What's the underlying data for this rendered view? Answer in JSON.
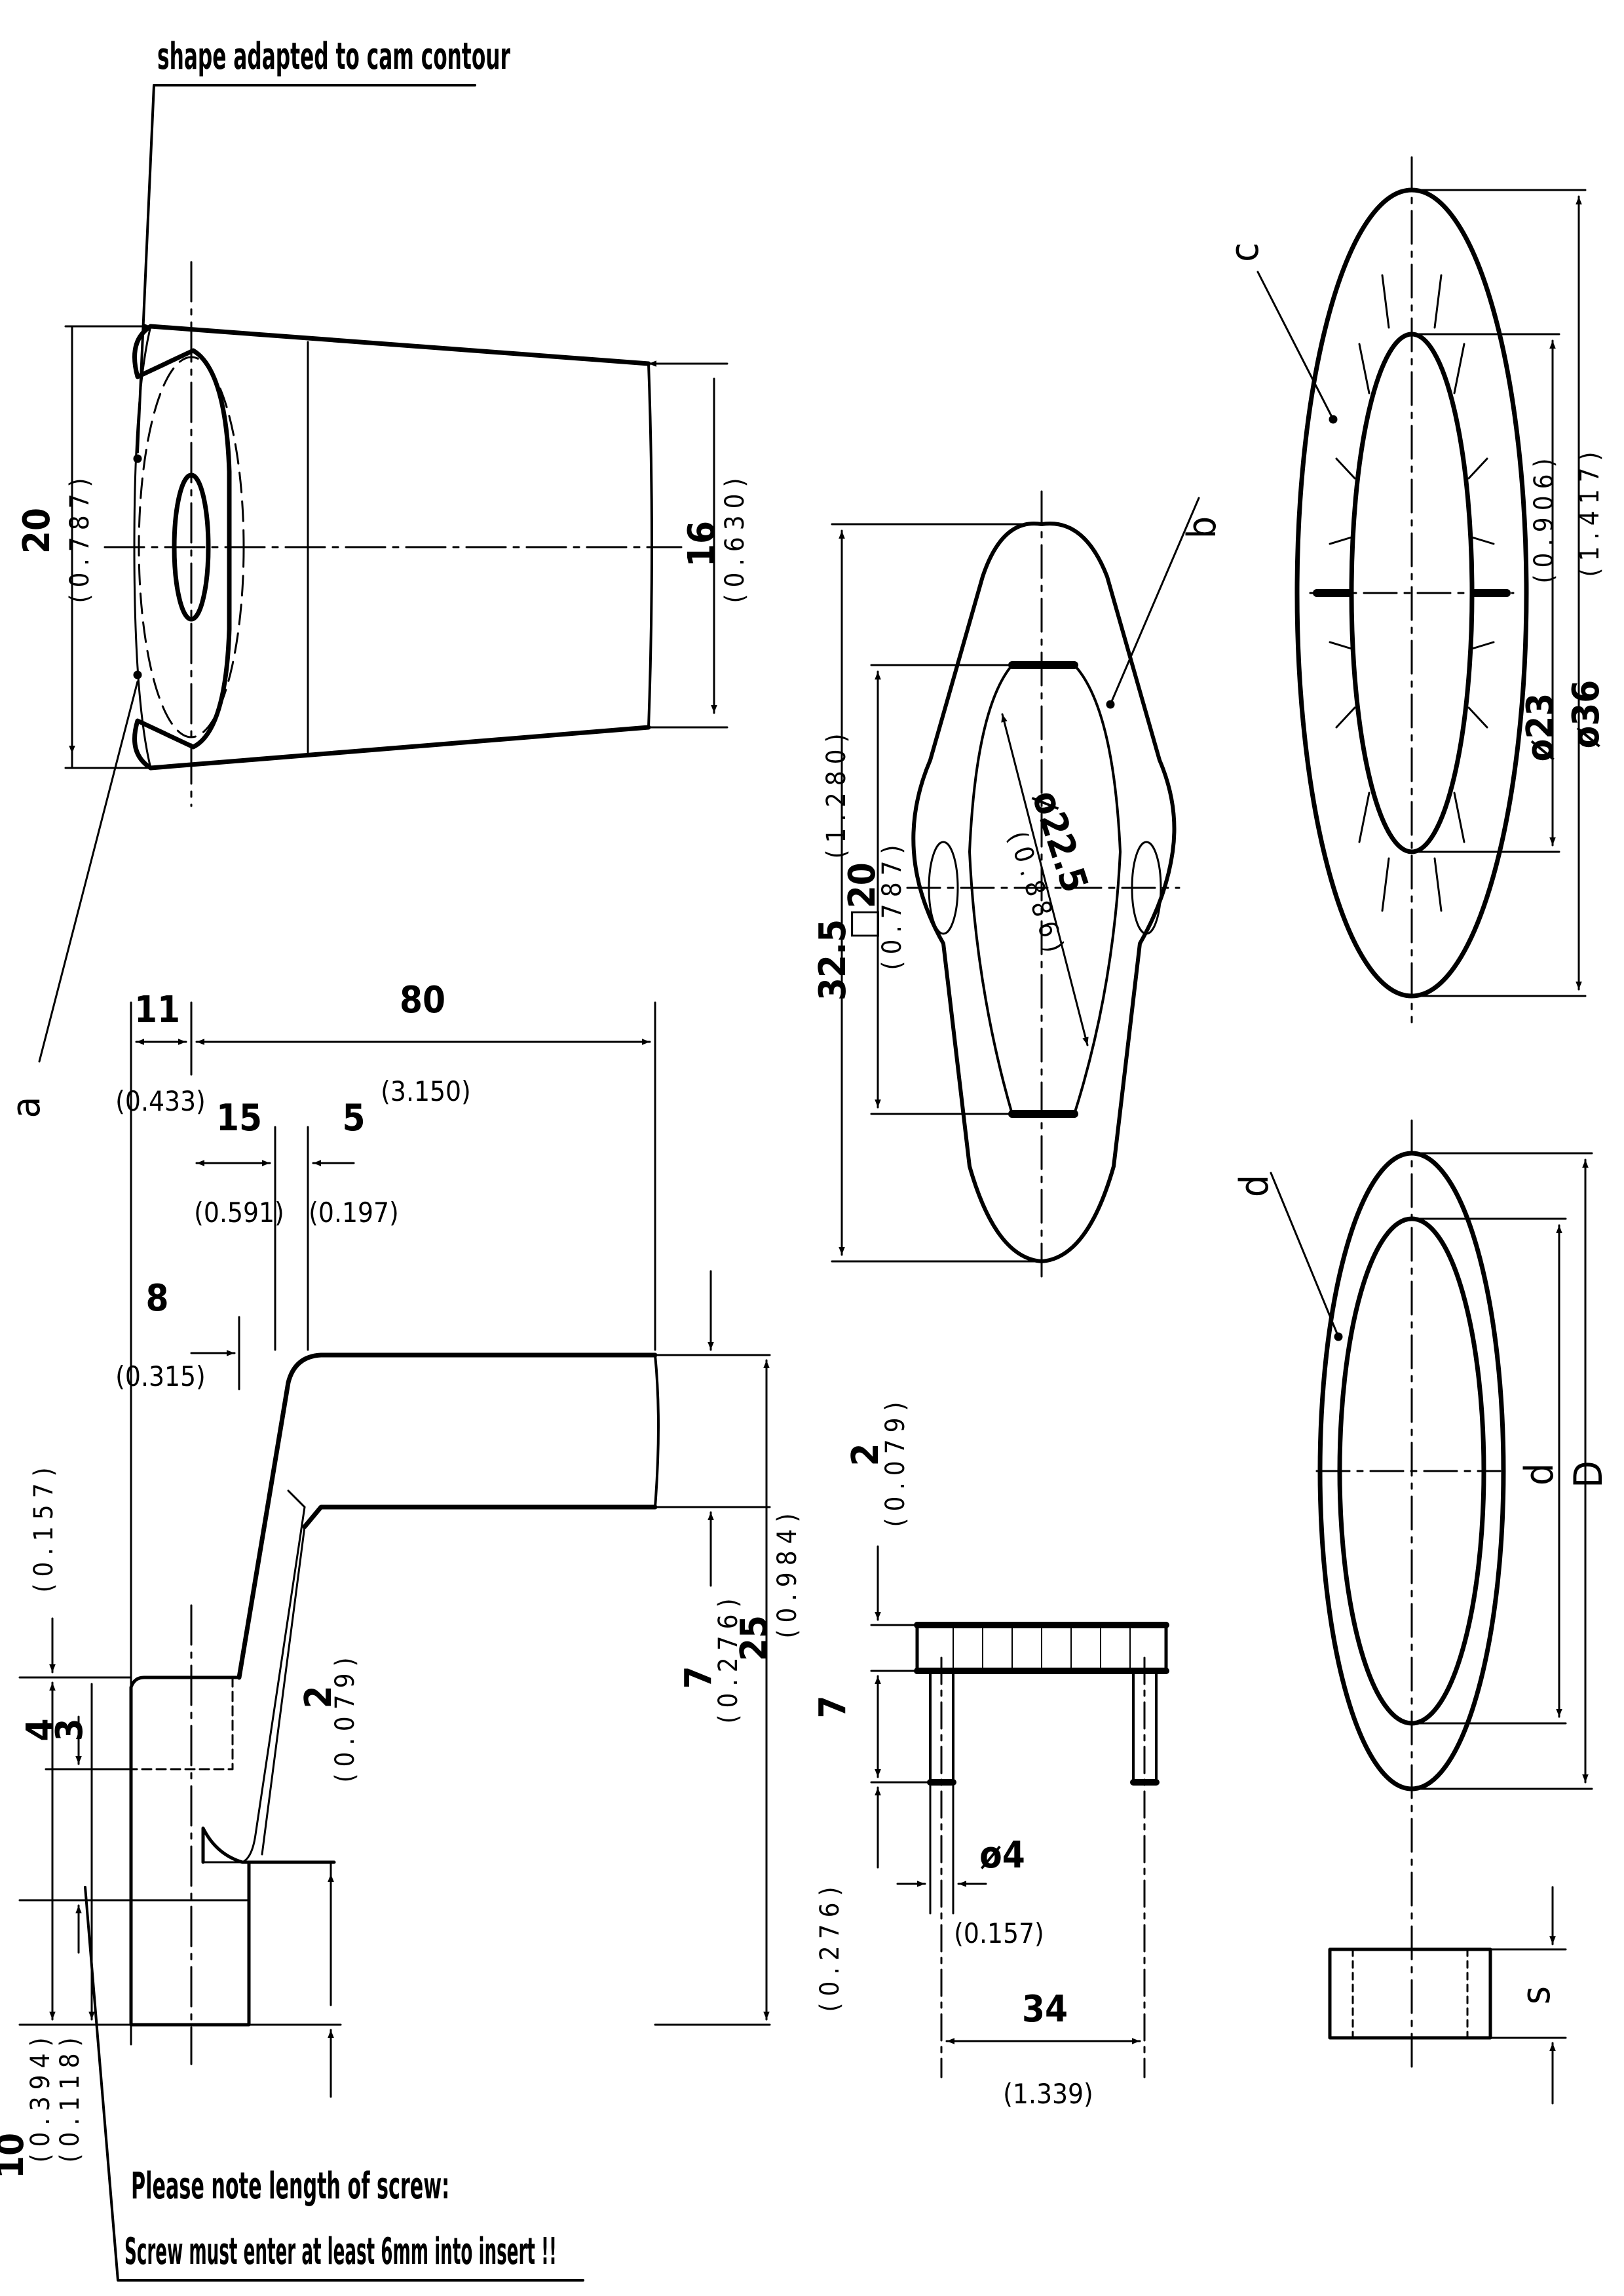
{
  "notes": {
    "cam_note": "shape adapted to cam contour",
    "screw_note": "Please note length of screw:",
    "screw_detail": "Screw must enter at least 6mm into insert !!"
  },
  "labels": {
    "a": "a",
    "b": "b",
    "c": "c",
    "d": "d"
  },
  "top_view": {
    "height_left": "20",
    "height_left_in": "(0.787)",
    "height_right": "16",
    "height_right_in": "(0.630)"
  },
  "side_view": {
    "d11": "11",
    "d11_in": "(0.433)",
    "d80": "80",
    "d80_in": "(3.150)",
    "d15": "15",
    "d15_in": "(0.591)",
    "d5": "5",
    "d5_in": "(0.197)",
    "d8": "8",
    "d8_in": "(0.315)",
    "d4": "4",
    "d4_in": "(0.157)",
    "d3": "3",
    "d3_in": "(0.118)",
    "d10": "10",
    "d10_in": "(0.394)",
    "d2": "2",
    "d2_in": "(0.079)",
    "d7": "7",
    "d7_in": "(0.276)",
    "d25": "25",
    "d25_in": "(0.984)"
  },
  "plate_view": {
    "h": "32.5",
    "h_in": "(1.280)",
    "sq": "□20",
    "sq_in": "(0.787)",
    "dia": "ø22.5",
    "dia_in": "(0.886)"
  },
  "plate_side": {
    "t": "2",
    "t_in": "(0.079)",
    "pin": "7",
    "pin_in": "(0.276)",
    "pin_dia": "ø4",
    "pin_dia_in": "(0.157)",
    "span": "34",
    "span_in": "(1.339)"
  },
  "washer_c": {
    "inner": "ø23",
    "inner_in": "(0.906)",
    "outer": "ø36",
    "outer_in": "(1.417)"
  },
  "washer_d": {
    "d": "d",
    "D": "D",
    "s": "s"
  }
}
